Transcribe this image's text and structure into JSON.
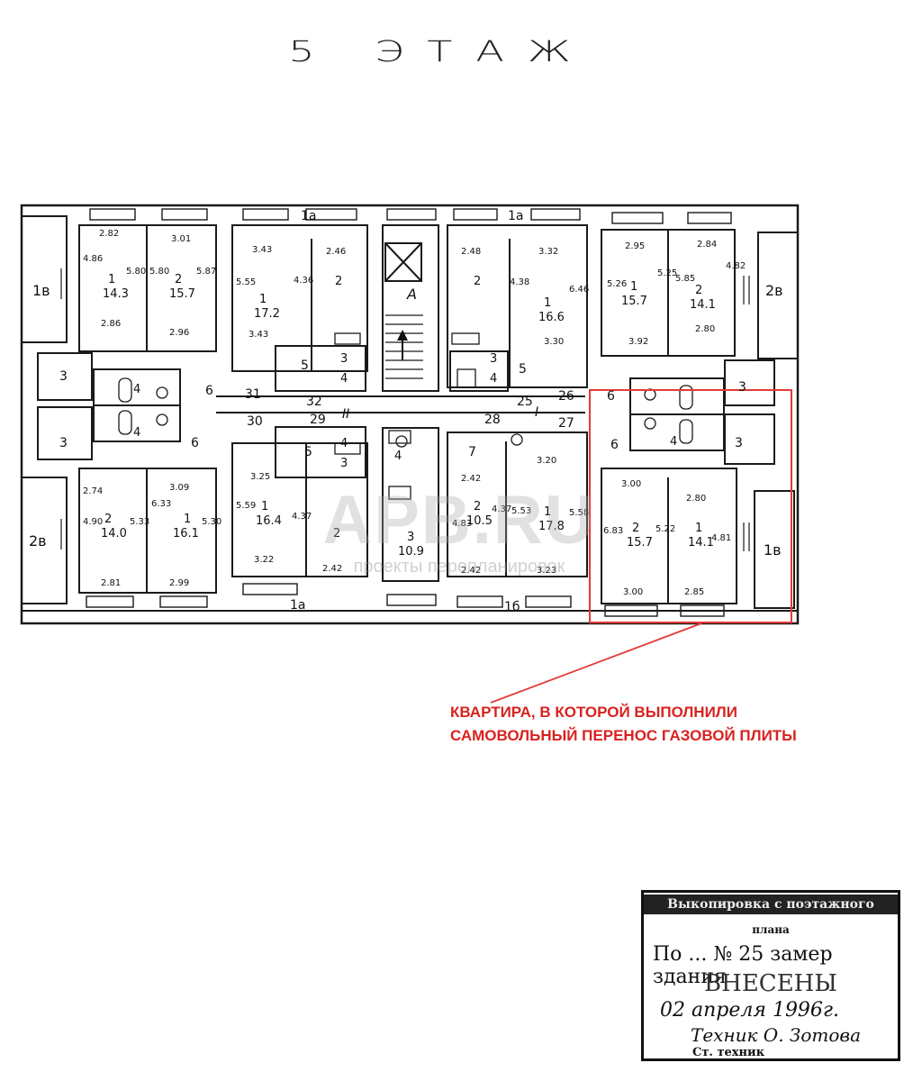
{
  "title": "5 ЭТАЖ",
  "stair_label": "А",
  "room_labels": [
    {
      "id": "1v-left",
      "text": "1в"
    },
    {
      "id": "r1a",
      "text": "1"
    },
    {
      "id": "r1a-area",
      "text": "14.3"
    },
    {
      "id": "r2a",
      "text": "2"
    },
    {
      "id": "r2a-area",
      "text": "15.7"
    },
    {
      "id": "r3a",
      "text": "3"
    },
    {
      "id": "r4a",
      "text": "4"
    },
    {
      "id": "r6a",
      "text": "6"
    },
    {
      "id": "r3b",
      "text": "3"
    },
    {
      "id": "r4b",
      "text": "4"
    },
    {
      "id": "r6b",
      "text": "6"
    },
    {
      "id": "2v-left",
      "text": "2в"
    },
    {
      "id": "r2c",
      "text": "2"
    },
    {
      "id": "r2c-area",
      "text": "14.0"
    },
    {
      "id": "r1c",
      "text": "1"
    },
    {
      "id": "r1c-area",
      "text": "16.1"
    },
    {
      "id": "1a-top",
      "text": "1а"
    },
    {
      "id": "r1d",
      "text": "1"
    },
    {
      "id": "r1d-area",
      "text": "17.2"
    },
    {
      "id": "r2d",
      "text": "2"
    },
    {
      "id": "r5d",
      "text": "5"
    },
    {
      "id": "r3d",
      "text": "3"
    },
    {
      "id": "r4d",
      "text": "4"
    },
    {
      "id": "n31",
      "text": "31"
    },
    {
      "id": "n32",
      "text": "32"
    },
    {
      "id": "roman2",
      "text": "II"
    },
    {
      "id": "n30",
      "text": "30"
    },
    {
      "id": "n29",
      "text": "29"
    },
    {
      "id": "r5e",
      "text": "5"
    },
    {
      "id": "r3e",
      "text": "3"
    },
    {
      "id": "r4e",
      "text": "4"
    },
    {
      "id": "r1e",
      "text": "1"
    },
    {
      "id": "r1e-area",
      "text": "16.4"
    },
    {
      "id": "r2e",
      "text": "2"
    },
    {
      "id": "1a-bottom",
      "text": "1а"
    },
    {
      "id": "r4f",
      "text": "4"
    },
    {
      "id": "r3f",
      "text": "3"
    },
    {
      "id": "r3f-area",
      "text": "10.9"
    },
    {
      "id": "1a-top2",
      "text": "1а"
    },
    {
      "id": "r2g",
      "text": "2"
    },
    {
      "id": "r1g",
      "text": "1"
    },
    {
      "id": "r1g-area",
      "text": "16.6"
    },
    {
      "id": "r3g",
      "text": "3"
    },
    {
      "id": "r4g",
      "text": "4"
    },
    {
      "id": "r5g",
      "text": "5"
    },
    {
      "id": "n25",
      "text": "25"
    },
    {
      "id": "roman1",
      "text": "I"
    },
    {
      "id": "n26",
      "text": "26"
    },
    {
      "id": "n28",
      "text": "28"
    },
    {
      "id": "n27",
      "text": "27"
    },
    {
      "id": "r7h",
      "text": "7"
    },
    {
      "id": "r2h",
      "text": "2"
    },
    {
      "id": "r2h-area",
      "text": "10.5"
    },
    {
      "id": "r1h",
      "text": "1"
    },
    {
      "id": "r1h-area",
      "text": "17.8"
    },
    {
      "id": "1b-bottom",
      "text": "1б"
    },
    {
      "id": "r1i",
      "text": "1"
    },
    {
      "id": "r1i-area",
      "text": "15.7"
    },
    {
      "id": "r2i",
      "text": "2"
    },
    {
      "id": "r2i-area",
      "text": "14.1"
    },
    {
      "id": "2v-right",
      "text": "2в"
    },
    {
      "id": "r6i",
      "text": "6"
    },
    {
      "id": "r3i",
      "text": "3"
    },
    {
      "id": "r6j",
      "text": "6"
    },
    {
      "id": "r4j",
      "text": "4"
    },
    {
      "id": "r3j",
      "text": "3"
    },
    {
      "id": "r2j",
      "text": "2"
    },
    {
      "id": "r2j-area",
      "text": "15.7"
    },
    {
      "id": "r1j",
      "text": "1"
    },
    {
      "id": "r1j-area",
      "text": "14.1"
    },
    {
      "id": "1v-right",
      "text": "1в"
    }
  ],
  "dimensions": [
    "2.82",
    "3.01",
    "4.86",
    "5.80",
    "5.80",
    "5.87",
    "2.86",
    "2.96",
    "3.43",
    "2.46",
    "5.55",
    "4.36",
    "3.43",
    "2.48",
    "3.32",
    "4.38",
    "6.46",
    "3.30",
    "2.95",
    "2.84",
    "5.26",
    "5.25",
    "5.85",
    "4.82",
    "2.80",
    "3.92",
    "2.74",
    "4.90",
    "5.33",
    "6.33",
    "3.09",
    "5.30",
    "2.81",
    "2.99",
    "3.25",
    "5.59",
    "4.37",
    "3.22",
    "2.42",
    "2.42",
    "4.83",
    "4.37",
    "5.53",
    "3.20",
    "5.58",
    "2.42",
    "3.23",
    "3.00",
    "2.80",
    "6.83",
    "5.22",
    "4.81",
    "3.00",
    "2.85"
  ],
  "watermark": {
    "main": "APB.RU",
    "sub": "проекты перепланировок"
  },
  "annotation": {
    "line1": "КВАРТИРА, В КОТОРОЙ ВЫПОЛНИЛИ",
    "line2": "САМОВОЛЬНЫЙ ПЕРЕНОС ГАЗОВОЙ ПЛИТЫ"
  },
  "stamp": {
    "line1": "Выкопировка с поэтажного",
    "line2": "плана",
    "line3": "По ... № 25  замер здания",
    "line4": "ВНЕСЕНЫ",
    "line5": "02  апреля 1996г.",
    "line6": "Техник  О. Зотова",
    "line7": "Ст. техник"
  },
  "colors": {
    "annotation": "#d8231f",
    "highlight": "#e23b36",
    "line": "#1a1a1a"
  }
}
